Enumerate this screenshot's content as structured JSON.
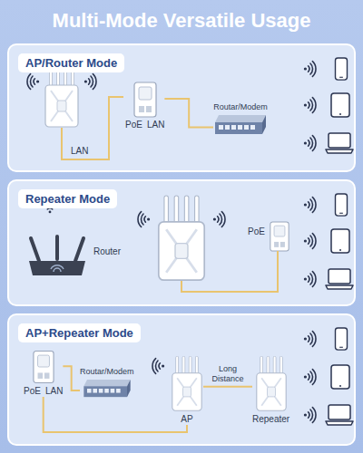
{
  "diagram": {
    "title": "Multi-Mode Versatile Usage",
    "nodes": [
      {
        "text": [
          "AP/Router Mode"
        ]
      },
      {
        "text": [
          "PoE",
          "LAN"
        ],
        "in": 0
      },
      {
        "text": [
          "Routar/Modem"
        ],
        "in": 0
      },
      {
        "text": [
          "Repeater Mode"
        ]
      },
      {
        "text": [
          "Router"
        ],
        "in": 3
      },
      {
        "text": [
          "PoE"
        ],
        "in": 3
      },
      {
        "text": [
          "AP+Repeater Mode"
        ]
      },
      {
        "text": [
          "PoE",
          "LAN"
        ],
        "in": 6
      },
      {
        "text": [
          "Routar/Modem"
        ],
        "in": 6
      },
      {
        "text": [
          "AP"
        ],
        "in": 6
      },
      {
        "text": [
          "Repeater"
        ],
        "in": 6
      }
    ],
    "edges": [
      {
        "from": 1,
        "to": 2,
        "arrow": "none"
      },
      {
        "from": 7,
        "to": 8,
        "arrow": "none"
      },
      {
        "from": 7,
        "to": 9,
        "arrow": "none"
      },
      {
        "from": 9,
        "to": 10,
        "label": "Long Distance",
        "arrow": "none"
      }
    ],
    "labels": [
      "LAN"
    ]
  }
}
